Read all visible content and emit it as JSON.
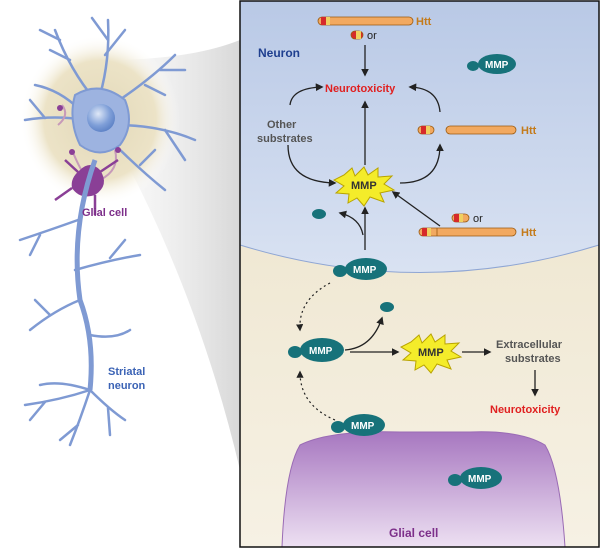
{
  "left_panel": {
    "glial_label": "Glial cell",
    "neuron_label_line1": "Striatal",
    "neuron_label_line2": "neuron"
  },
  "right_panel": {
    "neuron_compartment_label": "Neuron",
    "glial_compartment_label": "Glial cell",
    "htt_label_top": "Htt",
    "htt_label_middle": "Htt",
    "htt_label_lower": "Htt",
    "or_label_top": "or",
    "or_label_lower": "or",
    "neurotoxicity_top": "Neurotoxicity",
    "neurotoxicity_bottom": "Neurotoxicity",
    "other_substrates_line1": "Other",
    "other_substrates_line2": "substrates",
    "extracellular_line1": "Extracellular",
    "extracellular_line2": "substrates",
    "mmp_active_top": "MMP",
    "mmp_active_bottom": "MMP",
    "mmp_neuron_free": "MMP",
    "mmp_membrane": "MMP",
    "mmp_extracellular": "MMP",
    "mmp_glial_membrane": "MMP",
    "mmp_glial_inside": "MMP"
  },
  "colors": {
    "neuron_fill": "#c9d6ec",
    "extracellular_fill": "#efe7d3",
    "glial_fill": "#b88ccb",
    "mmp_pro": "#17727a",
    "mmp_active": "#f4ec2a",
    "htt_orange": "#f2a960",
    "htt_red": "#d62a2a",
    "toxicity_red": "#e02020",
    "neuron_text": "#1f3f8f",
    "glial_text": "#7d2f8a",
    "htt_text": "#c47b1b"
  }
}
